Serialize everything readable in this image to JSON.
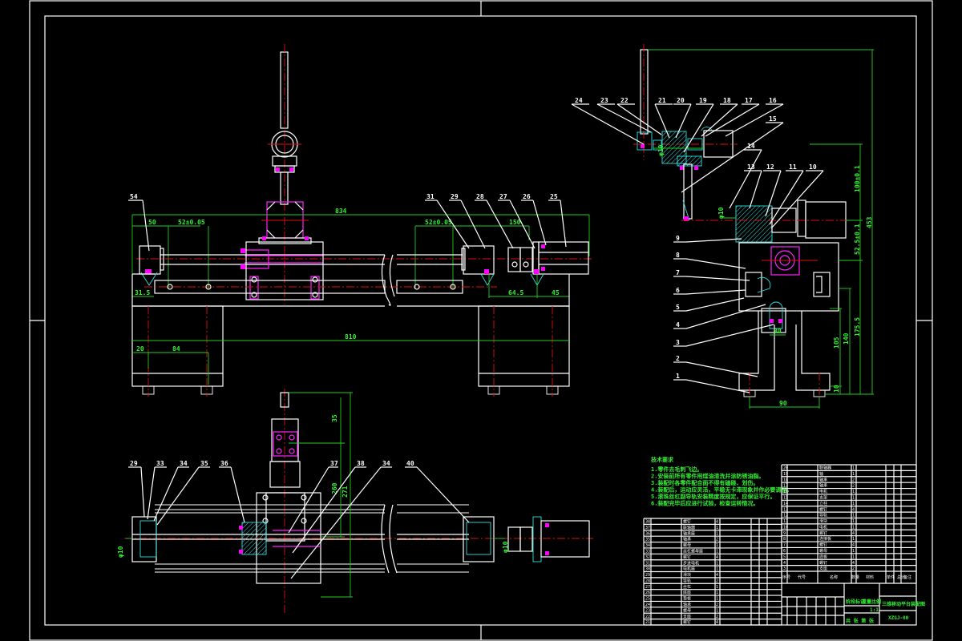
{
  "drawing": {
    "type": "mechanical assembly drawing",
    "background": "#000000",
    "colors": {
      "outline": "#ffffff",
      "centerline": "#e01010",
      "dimension": "#22cc22",
      "fastener": "#ff22ff",
      "section": "#33dddd"
    }
  },
  "front_view": {
    "balloons": [
      "54",
      "31",
      "29",
      "28",
      "27",
      "26",
      "25"
    ],
    "dimensions": {
      "overall_top": "834",
      "left_offset": "50",
      "left_pitch": "52±0.05",
      "right_pitch": "52±0.05",
      "right_span": "150",
      "left_bottom": "31.5",
      "right_lower_a": "64.5",
      "right_lower_b": "45",
      "base_overall": "810",
      "base_left_a": "20",
      "base_left_b": "84"
    }
  },
  "top_view": {
    "balloons": [
      "29",
      "33",
      "34",
      "35",
      "36",
      "37",
      "38",
      "34",
      "40"
    ],
    "dimensions": {
      "upper_height": "35",
      "mid_height": "260",
      "total_height": "271",
      "shaft_left": "φ10",
      "shaft_right": "φ10"
    }
  },
  "side_view": {
    "balloons_top": [
      "24",
      "23",
      "22",
      "21",
      "20",
      "19",
      "18",
      "17",
      "16",
      "15",
      "14",
      "13",
      "12",
      "11",
      "10"
    ],
    "balloons_left": [
      "9",
      "8",
      "7",
      "6",
      "5",
      "4",
      "3",
      "2",
      "1"
    ],
    "dimensions": {
      "shaft": "φ10",
      "upper_shaft": "φ10",
      "upper_a": "100±0.1",
      "upper_b": "52.5±0.1",
      "overall": "453",
      "lower_a": "175.5",
      "lower_b": "140",
      "lower_c": "105",
      "foot": "10",
      "base_width": "90",
      "slot": "30"
    }
  },
  "technical_requirements": {
    "title": "技术要求",
    "items": [
      "1.零件去毛刺飞边。",
      "2.安装前所有零件用煤油清洗并涂防锈油脂。",
      "3.装配时各零件配合面不得有磕碰、划伤。",
      "4.装配后，运动应灵活，平稳无卡滞现象并作必要调整。",
      "5.滚珠丝杠副导轨安装精度按规定，应保证平行。",
      "6.装配完毕后应进行试验，检查运转情况。"
    ]
  },
  "bom_left": {
    "rows": [
      {
        "no": "38",
        "name": "螺钉",
        "qty": "4"
      },
      {
        "no": "37",
        "name": "联轴器",
        "qty": "1"
      },
      {
        "no": "36",
        "name": "轴承座",
        "qty": "1"
      },
      {
        "no": "35",
        "name": "轴承",
        "qty": "2"
      },
      {
        "no": "34",
        "name": "螺母",
        "qty": "1"
      },
      {
        "no": "33",
        "name": "丝杠螺母座",
        "qty": "1"
      },
      {
        "no": "32",
        "name": "螺钉",
        "qty": "4"
      },
      {
        "no": "31",
        "name": "步进电机",
        "qty": "1"
      },
      {
        "no": "30",
        "name": "电机座",
        "qty": "1"
      },
      {
        "no": "29",
        "name": "滑块",
        "qty": "4"
      },
      {
        "no": "28",
        "name": "导轨",
        "qty": "2"
      },
      {
        "no": "27",
        "name": "丝杠",
        "qty": "1"
      },
      {
        "no": "26",
        "name": "底座",
        "qty": "1"
      },
      {
        "no": "25",
        "name": "垫板",
        "qty": "1"
      },
      {
        "no": "24",
        "name": "轴承",
        "qty": "2"
      },
      {
        "no": "23",
        "name": "螺母",
        "qty": "1"
      },
      {
        "no": "22",
        "name": "支座",
        "qty": "2"
      },
      {
        "no": "21",
        "name": "螺钉",
        "qty": "4"
      }
    ]
  },
  "bom_right": {
    "rows": [
      {
        "no": "20",
        "name": "联轴器",
        "qty": "1"
      },
      {
        "no": "19",
        "name": "轴",
        "qty": "1"
      },
      {
        "no": "18",
        "name": "轴承",
        "qty": "2"
      },
      {
        "no": "17",
        "name": "轴承",
        "qty": "2"
      },
      {
        "no": "16",
        "name": "电机",
        "qty": "1"
      },
      {
        "no": "15",
        "name": "支架",
        "qty": "1"
      },
      {
        "no": "14",
        "name": "立柱",
        "qty": "1"
      },
      {
        "no": "13",
        "name": "螺钉",
        "qty": "4"
      },
      {
        "no": "12",
        "name": "导轨",
        "qty": "1"
      },
      {
        "no": "11",
        "name": "滑块",
        "qty": "1"
      },
      {
        "no": "10",
        "name": "电机",
        "qty": "1"
      },
      {
        "no": "9",
        "name": "螺钉",
        "qty": "4"
      },
      {
        "no": "8",
        "name": "连接板",
        "qty": "1"
      },
      {
        "no": "7",
        "name": "螺钉",
        "qty": "4"
      },
      {
        "no": "6",
        "name": "螺母",
        "qty": "1"
      },
      {
        "no": "5",
        "name": "底板",
        "qty": "1"
      },
      {
        "no": "4",
        "name": "螺钉",
        "qty": "4"
      },
      {
        "no": "3",
        "name": "支座",
        "qty": "2"
      }
    ],
    "header": {
      "no": "序号",
      "code": "代号",
      "name": "名称",
      "qty": "数量",
      "material": "材料",
      "weight": "单件 总计",
      "note": "备注"
    }
  },
  "title_block": {
    "title": "三维移动平台装配图",
    "drawing_no": "XZGJ-00",
    "stage": "阶段标记",
    "weight": "重量",
    "scale": "比例",
    "scale_value": "1:1",
    "sheet": "共 张 第 张"
  }
}
